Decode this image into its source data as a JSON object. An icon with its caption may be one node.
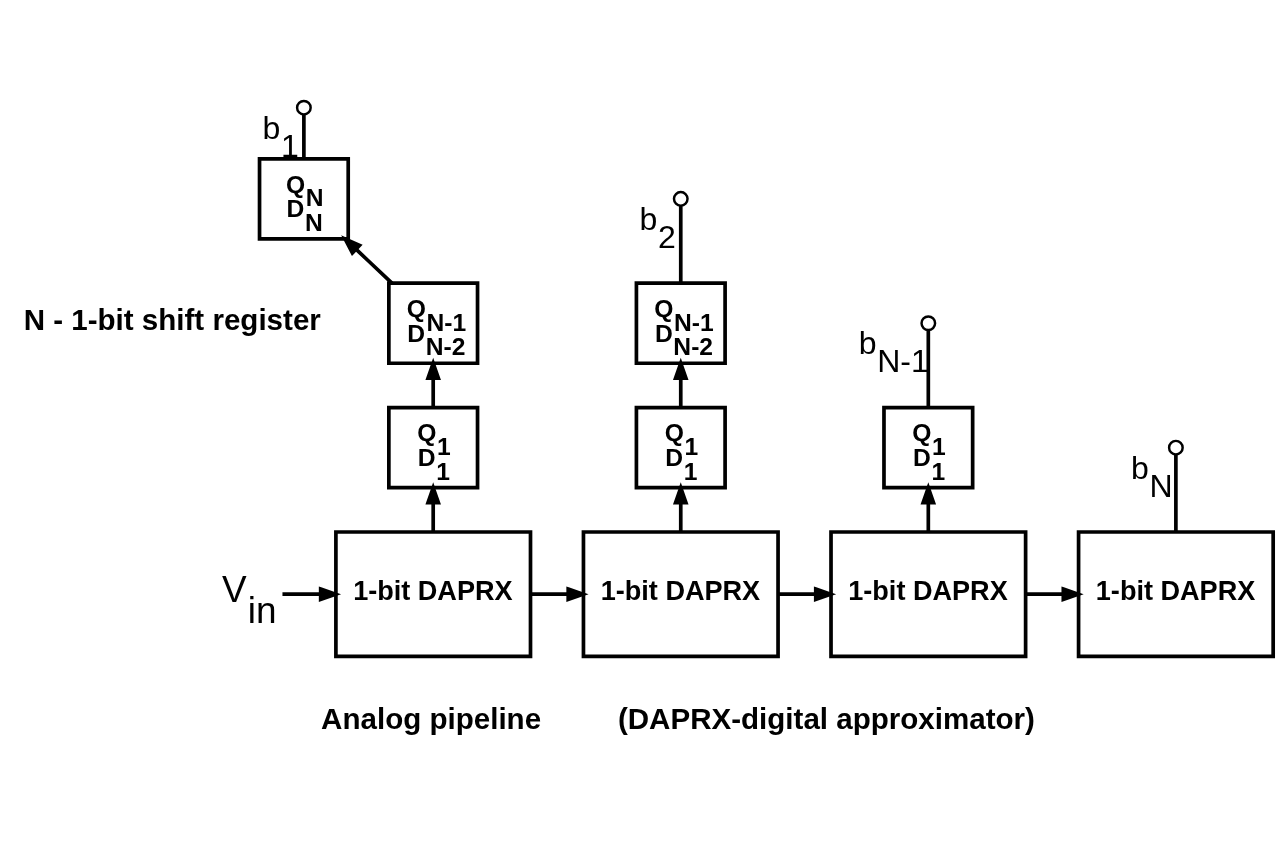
{
  "diagram": {
    "nodes": [
      {
        "text": [
          "V$_{in}$"
        ]
      },
      {
        "text": [
          "1-bit DAPRX"
        ]
      },
      {
        "text": [
          "1-bit DAPRX"
        ]
      },
      {
        "text": [
          "1-bit DAPRX"
        ]
      },
      {
        "text": [
          "1-bit DAPRX"
        ]
      },
      {
        "text": [
          "Q$_{1}$",
          "D$_{1}$"
        ]
      },
      {
        "text": [
          "Q$_{N-1}$",
          "D$_{N-2}$"
        ]
      },
      {
        "text": [
          "Q$_{N}$",
          "D$_{N}$"
        ]
      },
      {
        "text": [
          "Q$_{1}$",
          "D$_{1}$"
        ]
      },
      {
        "text": [
          "Q$_{N-1}$",
          "D$_{N-2}$"
        ]
      },
      {
        "text": [
          "Q$_{1}$",
          "D$_{1}$"
        ]
      },
      {
        "text": [
          "b$_{1}$"
        ]
      },
      {
        "text": [
          "b$_{2}$"
        ]
      },
      {
        "text": [
          "b$_{N-1}$"
        ]
      },
      {
        "text": [
          "b$_{N}$"
        ]
      }
    ],
    "edges": [
      {
        "from": 0,
        "to": 1,
        "arrow": "to"
      },
      {
        "from": 1,
        "to": 2,
        "arrow": "to"
      },
      {
        "from": 2,
        "to": 3,
        "arrow": "to"
      },
      {
        "from": 3,
        "to": 4,
        "arrow": "to"
      },
      {
        "from": 1,
        "to": 5,
        "arrow": "to"
      },
      {
        "from": 5,
        "to": 6,
        "arrow": "to"
      },
      {
        "from": 6,
        "to": 7,
        "arrow": "to"
      },
      {
        "from": 7,
        "to": 11,
        "arrow": "none"
      },
      {
        "from": 2,
        "to": 8,
        "arrow": "to"
      },
      {
        "from": 8,
        "to": 9,
        "arrow": "to"
      },
      {
        "from": 9,
        "to": 12,
        "arrow": "none"
      },
      {
        "from": 3,
        "to": 10,
        "arrow": "to"
      },
      {
        "from": 10,
        "to": 13,
        "arrow": "none"
      },
      {
        "from": 4,
        "to": 14,
        "arrow": "none"
      }
    ],
    "labels": [
      "N - 1-bit shift register",
      "(DAPRX-digital approximator)",
      "Analog pipeline"
    ]
  }
}
